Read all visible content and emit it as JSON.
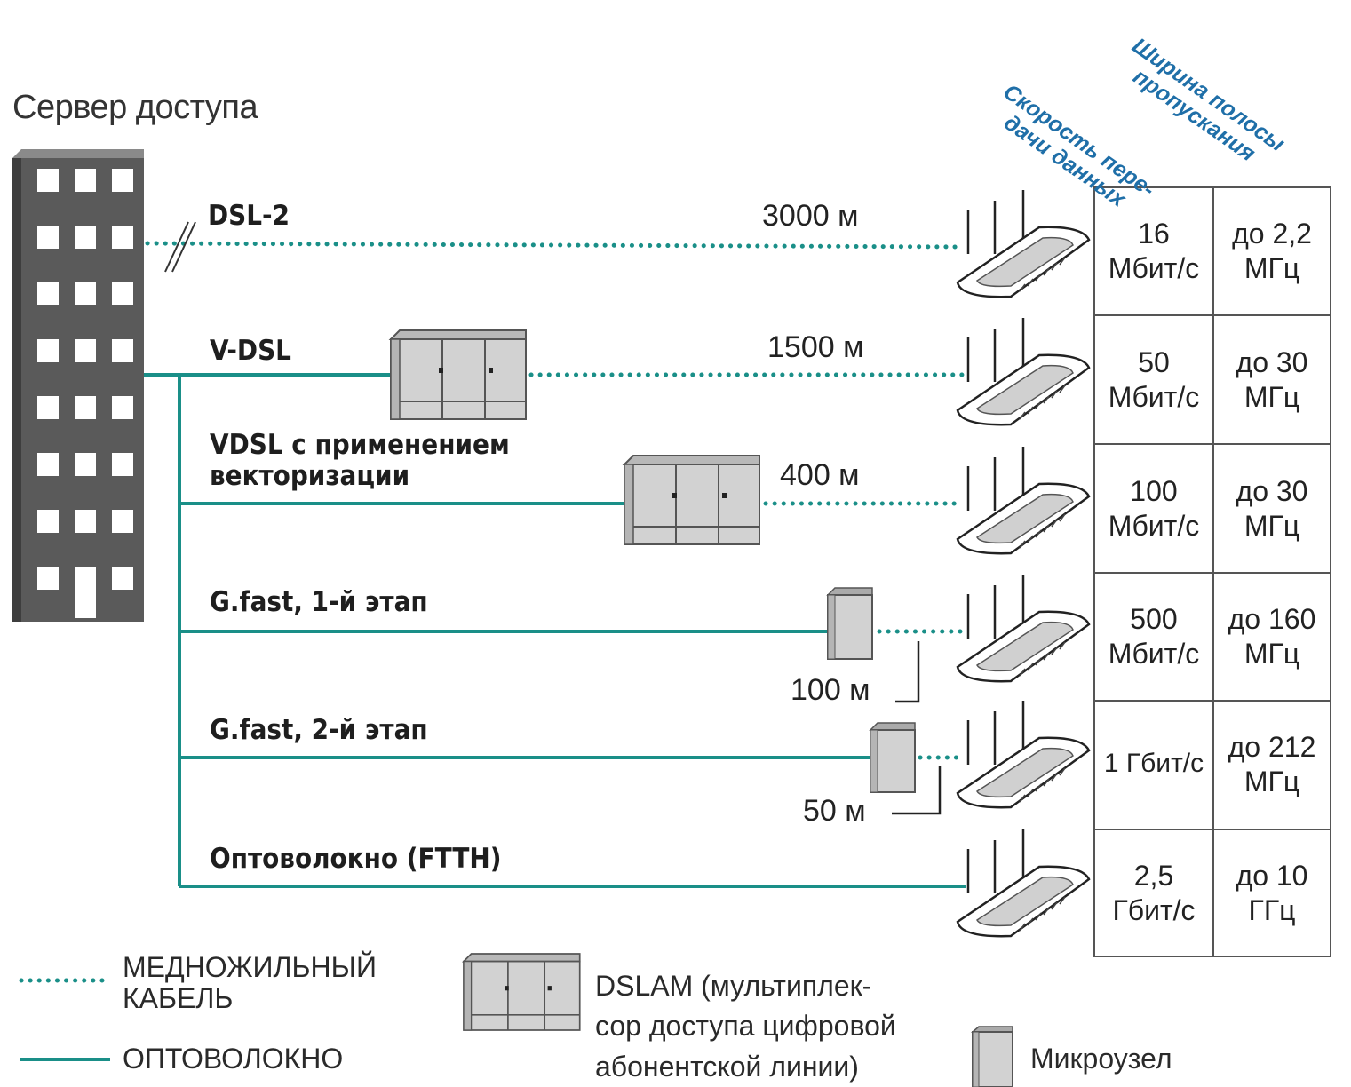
{
  "server": {
    "title": "Сервер доступа"
  },
  "headers": {
    "speed": "Скорость пере-\nдачи данных",
    "bandwidth": "Ширина полосы\nпропускания"
  },
  "rows": [
    {
      "name": "DSL-2",
      "distance": "3000 м",
      "speed": "16\nМбит/с",
      "bandwidth": "до 2,2\nМГц"
    },
    {
      "name": "V-DSL",
      "distance": "1500 м",
      "speed": "50\nМбит/с",
      "bandwidth": "до 30\nМГц"
    },
    {
      "name": "VDSL с применением\nвекторизации",
      "distance": "400 м",
      "speed": "100\nМбит/с",
      "bandwidth": "до 30\nМГц"
    },
    {
      "name": "G.fast, 1-й этап",
      "distance": "100 м",
      "speed": "500\nМбит/с",
      "bandwidth": "до 160\nМГц"
    },
    {
      "name": "G.fast, 2-й этап",
      "distance": "50 м",
      "speed": "1 Гбит/с",
      "bandwidth": "до 212\nМГц"
    },
    {
      "name": "Оптоволокно (FTTH)",
      "distance": "",
      "speed": "2,5\nГбит/с",
      "bandwidth": "до 10\nГГц"
    }
  ],
  "legend": {
    "copper": "МЕДНОЖИЛЬНЫЙ\nКАБЕЛЬ",
    "fiber": "ОПТОВОЛОКНО",
    "dslam": "DSLAM (мультиплек-\nсор доступа цифровой\nабонентской линии)",
    "micronode": "Микроузел"
  },
  "colors": {
    "fiber": "#1a8f88",
    "copper": "#1a8f88",
    "header": "#1f6fa8",
    "building": "#5a5a5a",
    "equipment": "#d2d2d2"
  }
}
